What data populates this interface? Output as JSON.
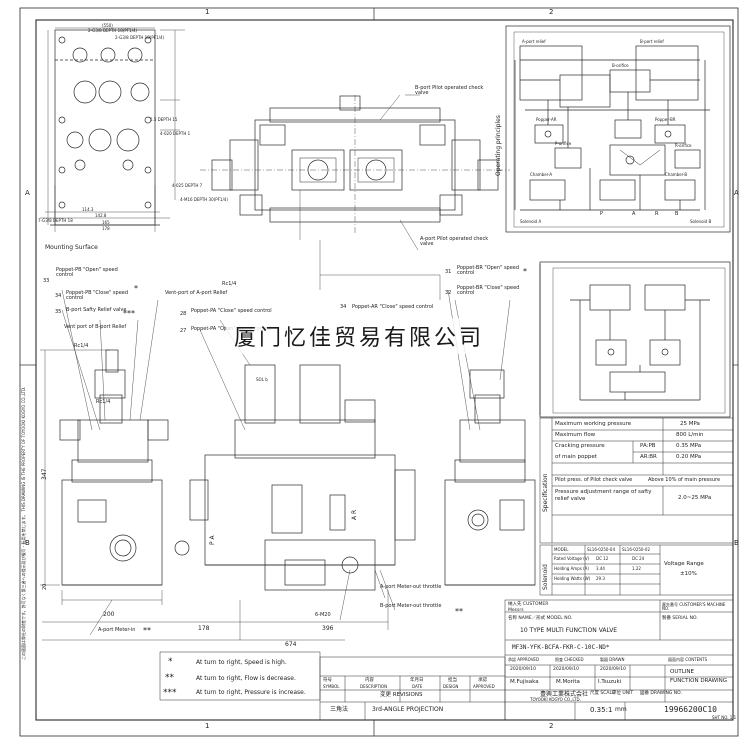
{
  "grid": {
    "columns": [
      "1",
      "2",
      "1",
      "2"
    ],
    "rows": [
      "A",
      "B",
      "A",
      "B"
    ]
  },
  "mounting_view": {
    "caption": "Mounting Surface",
    "dims": {
      "top1": "2-G3/8 DEPTH 18(PF1/4)",
      "top2": "2-G3/8 DEPTH 18(PF1/4)",
      "top_mid": "(550)",
      "right1": "1.5 DEPTH 15",
      "right2": "4-020 DEPTH 1",
      "right3": "4-025 DEPTH 7",
      "right4": "4-M16 DEPTH 30(PF1/4)",
      "left_w": "7-G3/8 DEPTH 18",
      "b1": "114.3",
      "b2": "142.8",
      "b3": "165",
      "b4": "178"
    }
  },
  "operating_principles": {
    "title": "Operating principles",
    "labels": [
      "A-port relief",
      "B-port relief",
      "B-orifice",
      "Popper-AR",
      "Popper-BR",
      "P-orifice",
      "R-orifice",
      "P",
      "A",
      "R",
      "B",
      "Chamber-A",
      "Chamber-B",
      "Solenoid A",
      "Solenoid B"
    ]
  },
  "callouts": {
    "b_check": "B-port Pilot operated check valve",
    "a_check": "A-port Pilot operated check valve",
    "pb_open_no": "33",
    "pb_open": "Poppet-PB \"Open\" speed control",
    "pb_close_no": "34",
    "pb_close": "Poppet-PB \"Close\" speed control",
    "b_relief_no": "35",
    "b_relief": "B-port Safty Relief valve",
    "vent_b": "Vent port of B-port Relief",
    "rc14_a": "Rc1/4",
    "rc14_b": "Rc1/4",
    "vent_a": "Vent-port of A-port Relief",
    "rc14_c": "Rc1/4",
    "pa_close_no": "28",
    "pa_close": "Poppet-PA \"Close\" speed control",
    "pa_open_no": "27",
    "pa_open": "Poppet-PA \"Open\" speed control",
    "ar_close_no": "34",
    "ar_close": "Poppet-AR \"Close\" speed control",
    "br_open_no": "31",
    "br_open": "Poppet-BR \"Open\" speed control",
    "br_close_no": "32",
    "br_close": "Poppet-BR \"Close\" speed control",
    "a_meter_in": "A-port Meter-in",
    "a_meter_out": "A-port Meter-out throttle",
    "b_meter_out": "B-port Meter-out throttle",
    "m20": "6-M20",
    "sol_b": "SOL b",
    "pa": "P A",
    "ar": "A R",
    "star1": "*",
    "star2": "**",
    "star3": "***"
  },
  "dimensions": {
    "d347": "347",
    "d20": "20",
    "d200": "200",
    "d178": "178",
    "d396": "396",
    "d674": "674"
  },
  "specification": {
    "label": "Specification",
    "rows": [
      {
        "label": "Maximum working pressure",
        "sub": "",
        "value": "25 MPa"
      },
      {
        "label": "Maximum flow",
        "sub": "",
        "value": "800 L/min"
      },
      {
        "label": "Cracking pressure",
        "sub": "PA:PB",
        "value": "0.35 MPa"
      },
      {
        "label": "of main poppet",
        "sub": "AR:BR",
        "value": "0.20 MPa"
      },
      {
        "label": "Pilot press. of Pilot check valve",
        "sub": "",
        "value": "Above 10% of main pressure"
      },
      {
        "label": "Pressure adjustment range of safty relief valve",
        "sub": "",
        "value": "2.0~25 MPa"
      }
    ]
  },
  "solenoid": {
    "label": "Solenoid",
    "headers": [
      "MODEL",
      "SL16-0250-04",
      "SL16-0250-02"
    ],
    "rows": [
      [
        "Rated Voltage (V)",
        "DC 12",
        "DC 24"
      ],
      [
        "Holding Amps (A)",
        "3.44",
        "1.22"
      ],
      [
        "Holding Watts (W)",
        "29.3",
        ""
      ]
    ],
    "voltage_range_label": "Voltage Range",
    "voltage_range_value": "±10%"
  },
  "legend": [
    {
      "mark": "*",
      "text": "At turn to right, Speed is high."
    },
    {
      "mark": "**",
      "text": "At turn to right, Flow is decrease."
    },
    {
      "mark": "***",
      "text": "At turn to right, Pressure is increase."
    }
  ],
  "revision": {
    "headers": [
      "符号",
      "内容",
      "年月日",
      "担当",
      "承認"
    ],
    "headers_en": [
      "SYMBOL",
      "DESCRIPTION",
      "DATE",
      "DESIGN",
      "APPROVED"
    ],
    "title": "変更 REVISIONS",
    "projection_jp": "三角法",
    "projection": "3rd-ANGLE PROJECTION"
  },
  "title_block": {
    "customer_label": "納入先 CUSTOMER",
    "customer": "Messrs",
    "no_label": "客先番号 CUSTOMER'S MACHINE NO.",
    "name_label": "名称 NAME／形式 MODEL NO.",
    "serial_label": "製番 SERIAL NO.",
    "name": "10 TYPE MULTI FUNCTION VALVE",
    "model": "MF3N-YFK-BCFA-FKR-C-10C-ND*",
    "approved_label": "承認 APPROVED",
    "checked_label": "照査 CHECKED",
    "drawn_label": "製図 DRAWN",
    "contents_label": "図面内容 CONTENTS",
    "date1": "2020/09/10",
    "date2": "2020/09/10",
    "date3": "2020/09/10",
    "approver": "M.Fujisaka",
    "checker": "M.Morita",
    "drawer": "I.Tsuzuki",
    "contents1": "OUTLINE",
    "contents2": "FUNCTION DRAWING",
    "company_jp": "豊興工業株式会社",
    "company": "TOYOOKI KOGYO CO.,LTD.",
    "scale_label": "尺度 SCALE",
    "scale_unit": "単位 UNIT",
    "scale": "0.35:1",
    "unit": "mm",
    "drawing_label": "図番 DRAWING NO.",
    "drawing_no": "19966200C10",
    "sheet": "SHT NO. 1/1"
  },
  "side_note": "この図面は弊社の財産です。許可なく第三者への提示及び複写・転用を禁じます。 THIS DRAWING IS THE PROPERTY OF TOYOOKI KOGYO CO.,LTD.",
  "watermark": "厦门忆佳贸易有限公司"
}
